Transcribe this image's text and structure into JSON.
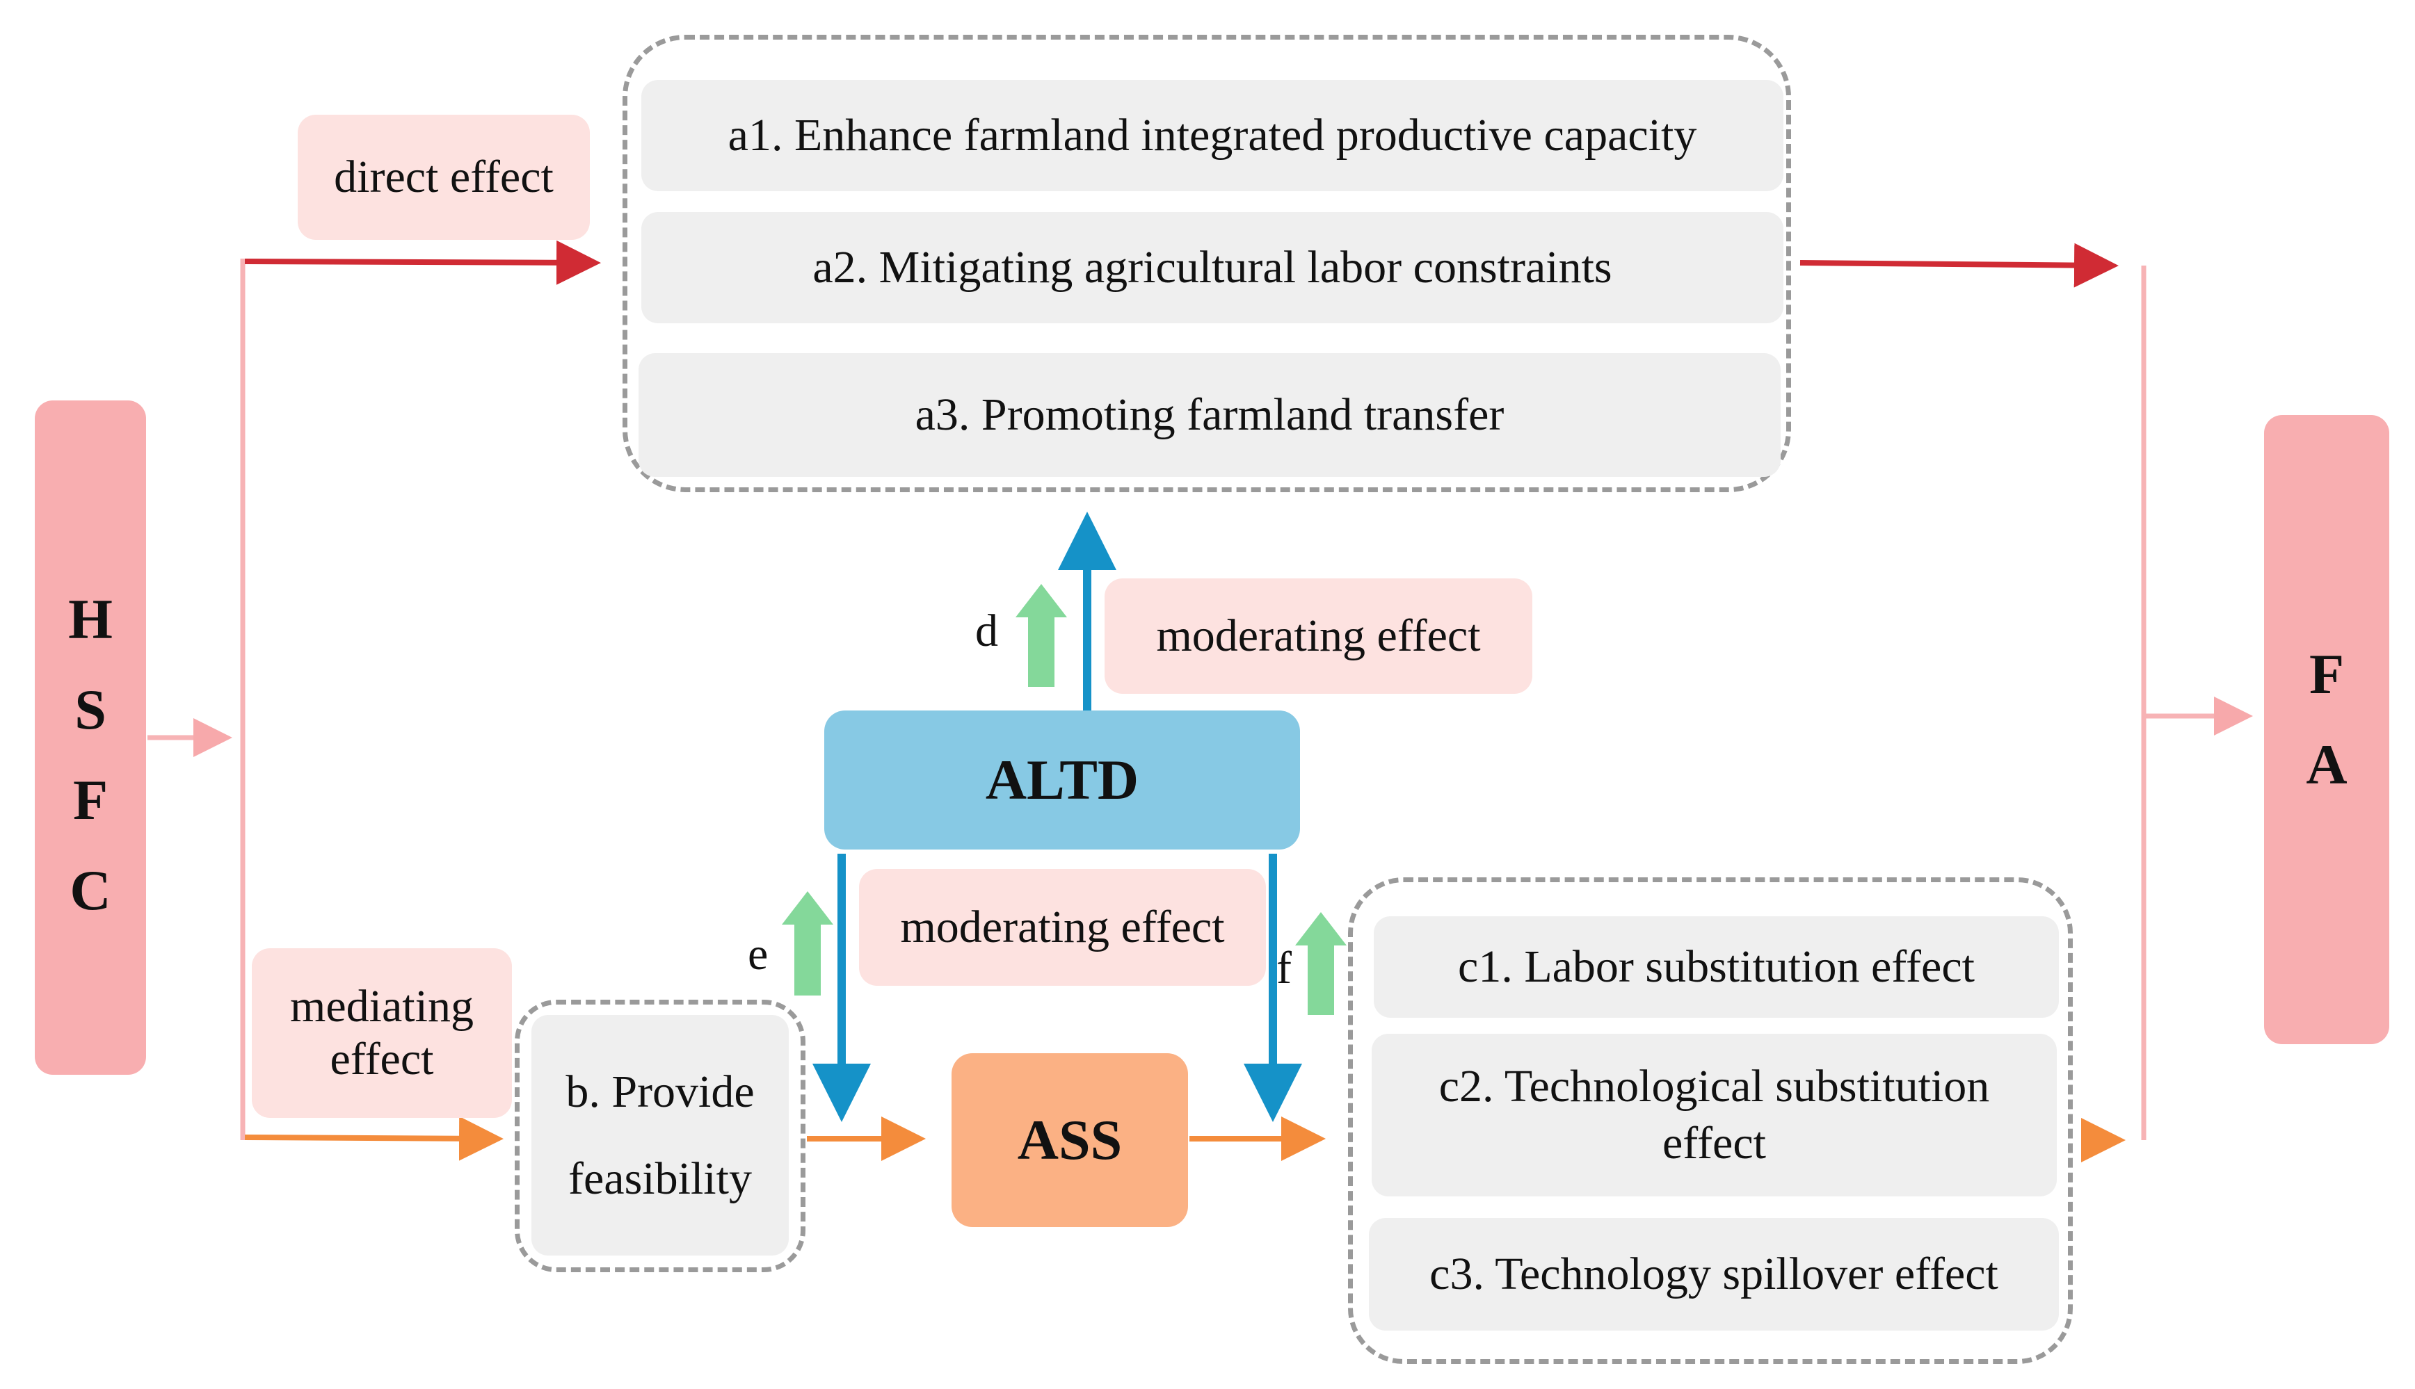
{
  "left_node": {
    "letters": [
      "H",
      "S",
      "F",
      "C"
    ]
  },
  "right_node": {
    "letters": [
      "F",
      "A"
    ]
  },
  "labels": {
    "direct_effect": "direct effect",
    "mediating_effect_line1": "mediating",
    "mediating_effect_line2": "effect",
    "moderating_effect_top": "moderating effect",
    "moderating_effect_mid": "moderating effect"
  },
  "direct_group": {
    "items": [
      "a1. Enhance farmland integrated productive capacity",
      "a2. Mitigating agricultural labor constraints",
      "a3. Promoting farmland transfer"
    ]
  },
  "b_box": {
    "line1": "b. Provide",
    "line2": "feasibility"
  },
  "altd": "ALTD",
  "ass": "ASS",
  "c_group": {
    "items": [
      "c1. Labor substitution effect",
      "c2. Technological substitution",
      "effect",
      "c3. Technology spillover effect"
    ]
  },
  "path_letters": {
    "d": "d",
    "e": "e",
    "f": "f"
  },
  "colors": {
    "side_node": "#f8aeb0",
    "direct_arrow": "#d02b34",
    "mediating_arrow": "#f48c3c",
    "moderating_arrow": "#1592c8",
    "increase_arrow": "#84d89a",
    "altd_fill": "#87c9e4",
    "ass_fill": "#fbb184",
    "label_fill": "#fde2e0",
    "item_fill": "#efefef"
  }
}
